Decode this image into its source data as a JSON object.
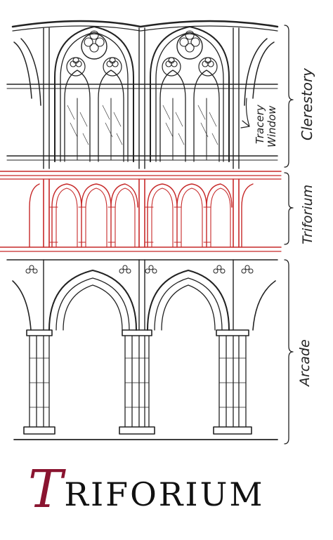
{
  "labels": {
    "clerestory": "Clerestory",
    "tracery_window": "Tracery Window",
    "tracery_line1": "Tracery",
    "tracery_line2": "Window",
    "triforium": "Triforium",
    "arcade": "Arcade"
  },
  "title": {
    "initial": "T",
    "rest": "RIFORIUM"
  },
  "colors": {
    "ink": "#222222",
    "triforium_highlight": "#c62828",
    "title_initial": "#8a1430"
  }
}
